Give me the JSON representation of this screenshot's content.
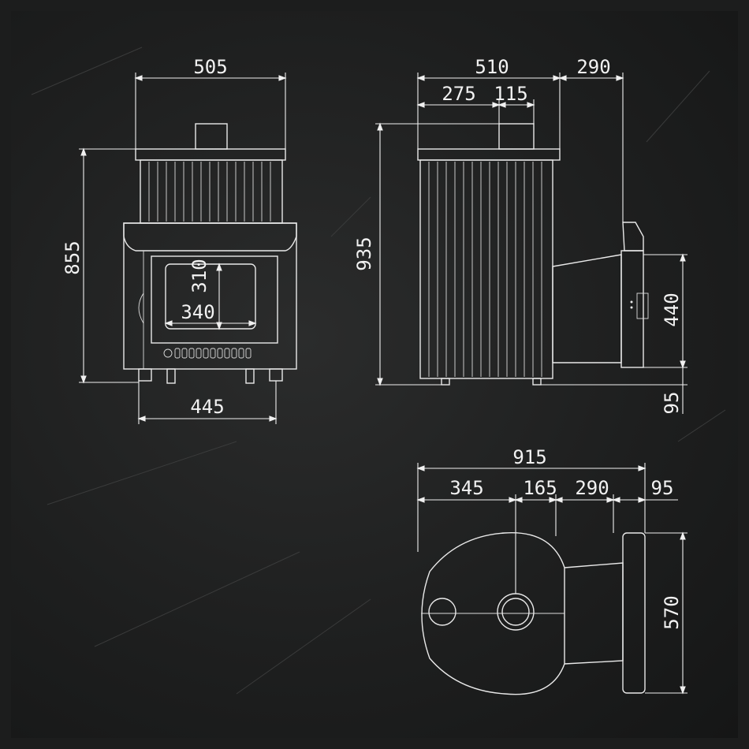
{
  "front_view": {
    "width_top": "505",
    "height": "855",
    "door_height": "310",
    "door_width": "340",
    "base_width": "445"
  },
  "side_view": {
    "body_width": "510",
    "tunnel_length": "290",
    "pipe_offset": "275",
    "pipe_diameter": "115",
    "height": "935",
    "tunnel_height": "440",
    "frame_thickness": "95"
  },
  "top_view": {
    "total_length": "915",
    "seg_a": "345",
    "seg_b": "165",
    "seg_c": "290",
    "seg_d": "95",
    "frame_width": "570"
  }
}
